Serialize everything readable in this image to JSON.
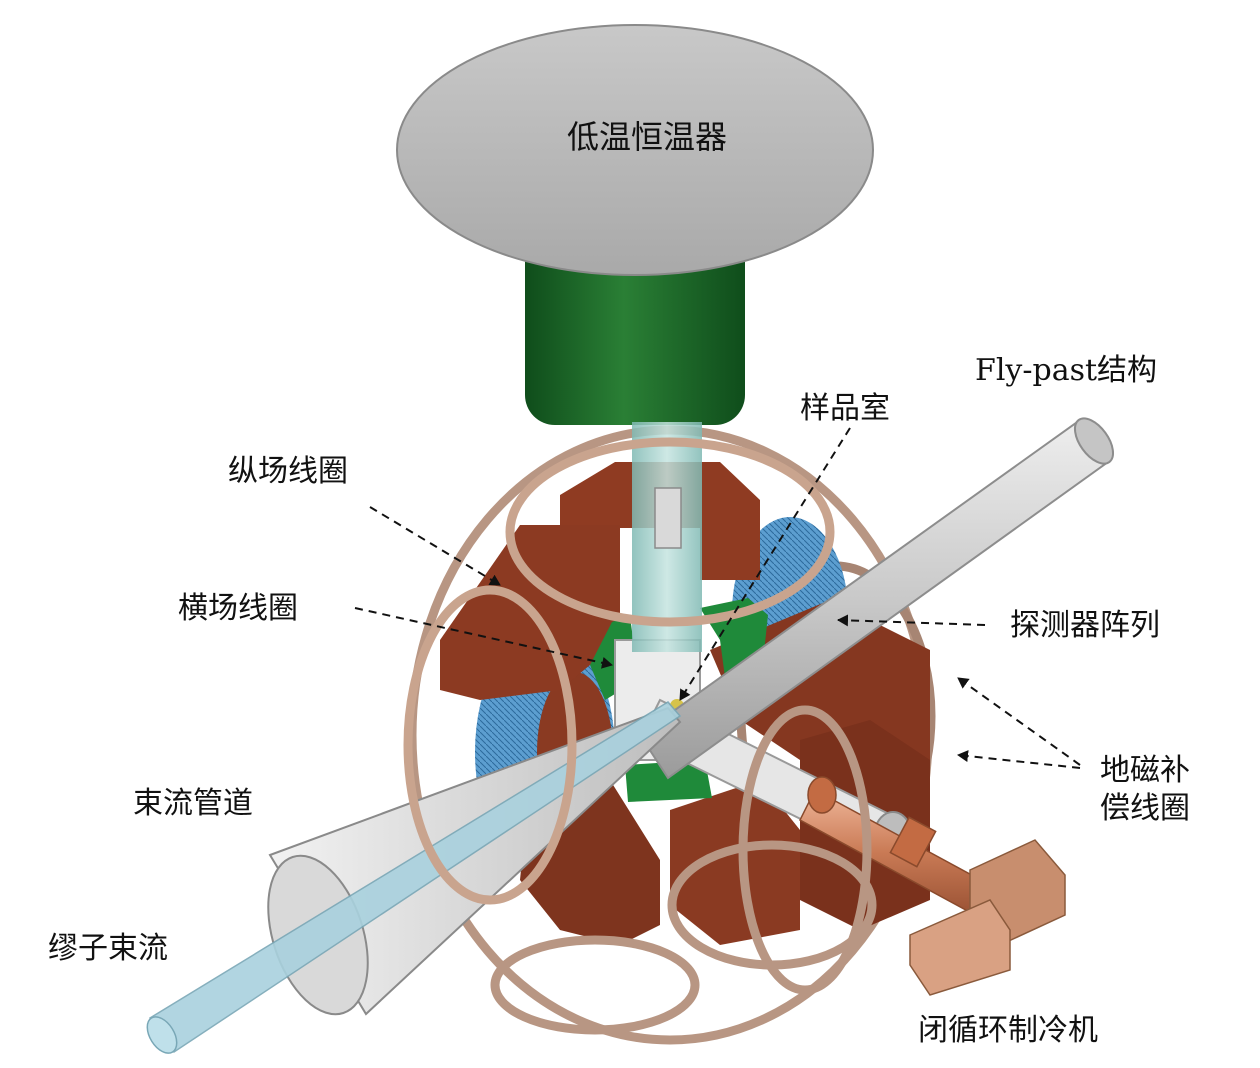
{
  "labels": {
    "cryostat": "低温恒温器",
    "fly_past": "Fly-past结构",
    "sample_chamber": "样品室",
    "longitudinal_coil": "纵场线圈",
    "transverse_coil": "横场线圈",
    "detector_array": "探测器阵列",
    "geomagnetic_comp_line1": "地磁补",
    "geomagnetic_comp_line2": "偿线圈",
    "beam_pipe": "束流管道",
    "muon_beam": "缪子束流",
    "cryocooler": "闭循环制冷机"
  },
  "colors": {
    "cryostat_plate": "#bdbdbd",
    "cryostat_body": "#1e6b2a",
    "coil_ring": "#c9a48e",
    "magnet": "#8c3a22",
    "detector": "#5c9ed0",
    "transverse_coil": "#1f8a3a",
    "beam_pipe": "#d7d7d7",
    "muon_beam": "#a9d1de",
    "cryocooler": "#d7967a"
  }
}
